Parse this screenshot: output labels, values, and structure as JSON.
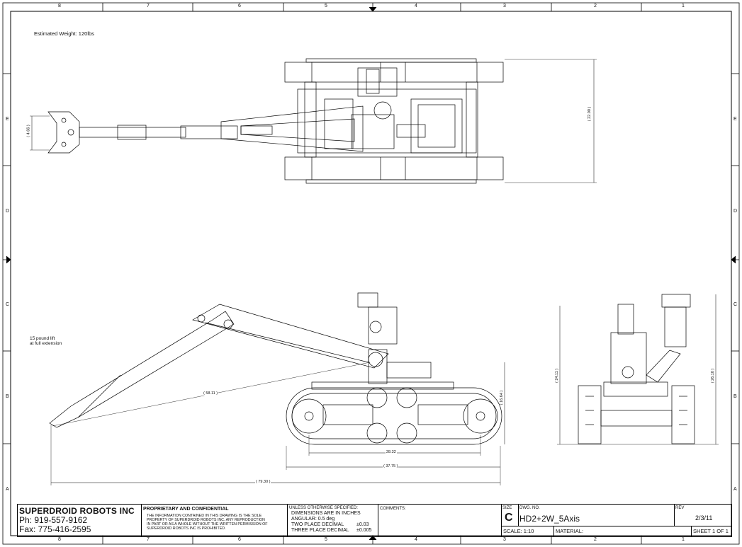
{
  "border": {
    "columns_top": [
      "8",
      "7",
      "6",
      "5",
      "4",
      "3",
      "2",
      "1"
    ],
    "columns_bottom": [
      "8",
      "7",
      "6",
      "5",
      "4",
      "3",
      "2",
      "1"
    ],
    "rows_left": [
      "E",
      "D",
      "C",
      "B",
      "A"
    ],
    "rows_right": [
      "E",
      "D",
      "C",
      "B",
      "A"
    ]
  },
  "notes": {
    "weight": "Estimated Weight: 120lbs",
    "lift_line1": "15 pound lift",
    "lift_line2": "at full extension"
  },
  "dimensions": {
    "top_gripper_width": "( 4.66 )",
    "top_overall_width": "( 22.00 )",
    "side_arm_length": "( 58.11 )",
    "side_height": "( 16.64 )",
    "side_wheelbase": "28.32",
    "side_track_length": "( 37.75 )",
    "side_overall_length": "( 79.30 )",
    "front_height_left": "( 24.11 )",
    "front_height_right": "( 26.10 )"
  },
  "title_block": {
    "company": "SUPERDROID ROBOTS INC",
    "phone": "Ph: 919-557-9162",
    "fax": "Fax: 775-416-2595",
    "proprietary_title": "PROPRIETARY AND CONFIDENTIAL",
    "proprietary_text": [
      "THE INFORMATION CONTAINED IN THIS DRAWING IS THE SOLE",
      "PROPERTY OF SUPERDROID ROBOTS INC. ANY REPRODUCTION",
      "IN PART OR AS A WHOLE WITHOUT THE WRITTEN PERMISSION OF",
      "SUPERDROID ROBOTS INC IS PROHIBITED."
    ],
    "unless_title": "UNLESS OTHERWISE SPECIFIED:",
    "dims_in": "DIMENSIONS ARE IN INCHES",
    "angular": "ANGULAR: 0.5 deg",
    "two_place": "TWO PLACE DECIMAL",
    "two_place_tol": "±0.03",
    "three_place": "THREE PLACE DECIMAL",
    "three_place_tol": "±0.005",
    "comments_label": "COMMENTS:",
    "size_label": "SIZE",
    "size_value": "C",
    "dwg_no_label": "DWG. NO.",
    "dwg_no_value": "HD2+2W_5Axis",
    "rev_label": "REV",
    "rev_value": "2/3/11",
    "scale": "SCALE: 1:10",
    "material": "MATERIAL:",
    "sheet": "SHEET 1 OF 1"
  }
}
